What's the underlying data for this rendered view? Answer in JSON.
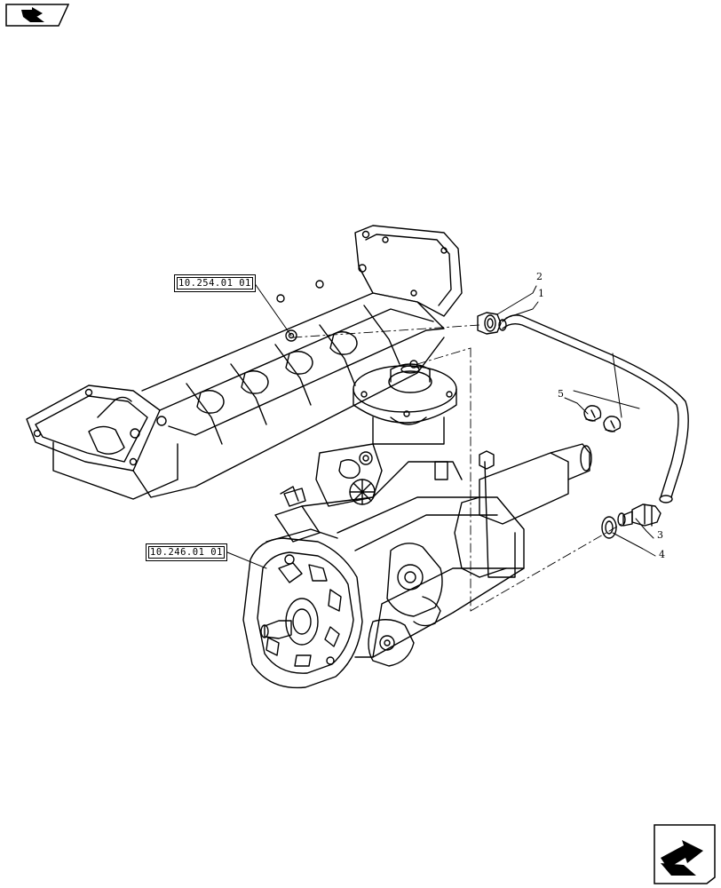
{
  "references": {
    "manifold": "10.254.01 01",
    "pump": "10.246.01 01"
  },
  "callouts": {
    "c1": "1",
    "c2": "2",
    "c3": "3",
    "c4": "4",
    "c5": "5"
  },
  "icons": {
    "top": "previous-page-arrow-icon",
    "bottom": "next-page-arrow-icon"
  },
  "colors": {
    "line": "#000000",
    "background": "#ffffff"
  }
}
